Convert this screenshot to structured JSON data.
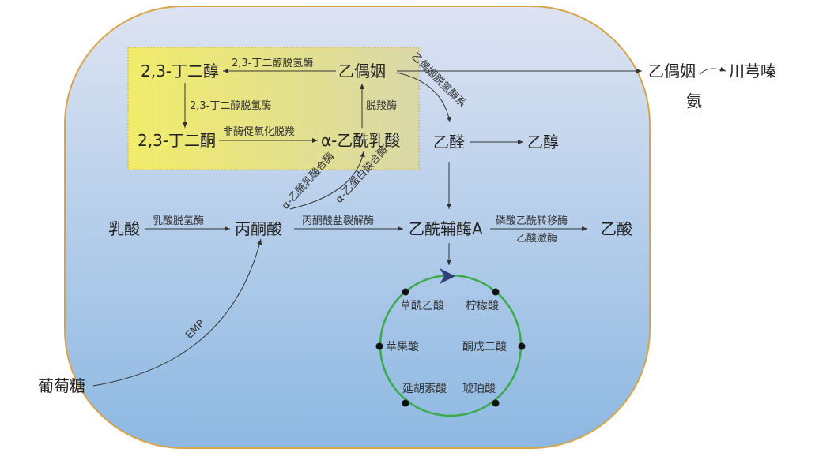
{
  "nodes": {
    "butanediol": "2,3-丁二醇",
    "acetoin": "乙偶姻",
    "butanedione": "2,3-丁二酮",
    "acetolactate": "α-乙酰乳酸",
    "acetaldehyde": "乙醛",
    "ethanol": "乙醇",
    "lactate": "乳酸",
    "pyruvate": "丙酮酸",
    "acetyl_coa": "乙酰辅酶A",
    "acetate": "乙酸",
    "glucose": "葡萄糖",
    "acetoin_out": "乙偶姻",
    "tetramethylpyrazine": "川芎嗪",
    "ammonia": "氨"
  },
  "enzymes": {
    "bdh_top": "2,3-丁二醇脱氢酶",
    "bdh_left": "2,3-丁二醇脱氢酶",
    "nonenzymatic": "非酶促氧化脱羧",
    "decarboxylase": "脱羧酶",
    "acetoin_dh": "乙偶姻脱氢酶系",
    "als": "α-乙酰乳酸合酶",
    "ahas": "α-乙蛋白酸合酶",
    "ldh": "乳酸脱氢酶",
    "pfl": "丙酮酸盐裂解酶",
    "pta": "磷酸乙酰转移酶",
    "ack": "乙酸激酶",
    "emp": "EMP"
  },
  "tca_cycle": [
    "草酰乙酸",
    "柠檬酸",
    "苹果酸",
    "酮戊二酸",
    "延胡索酸",
    "琥珀酸"
  ],
  "colors": {
    "cell_border": "#d9a447",
    "cycle": "#3aaa4a",
    "cycle_arrow": "#2e3f7a"
  }
}
